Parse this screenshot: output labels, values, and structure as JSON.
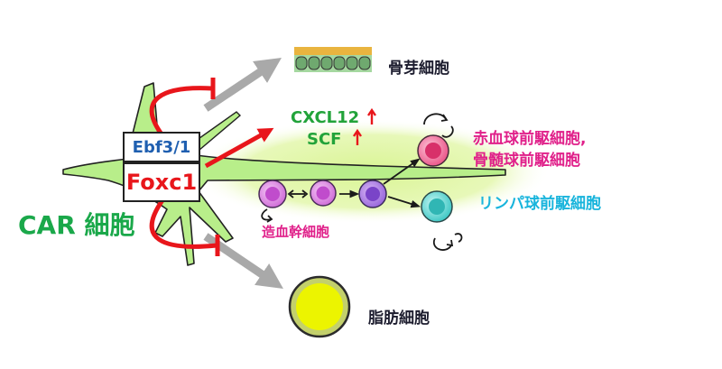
{
  "labels": {
    "osteoblast": "骨芽細胞",
    "adipocyte": "脂肪細胞",
    "car_cell": "CAR 細胞",
    "ebf": "Ebf3/1",
    "foxc1": "Foxc1",
    "cxcl12": "CXCL12",
    "scf": "SCF",
    "up_arrow": "↑",
    "hsc": "造血幹細胞",
    "erythroid_myeloid": [
      "赤血球前駆細胞,",
      "骨髄球前駆細胞"
    ],
    "lymphoid": "リンパ球前駆細胞"
  },
  "colors": {
    "car_green": "#1aa84a",
    "stroma_fill": "#b8ee8a",
    "niche_glow": "#dcf59a",
    "repression_red": "#e8161b",
    "ebf_blue": "#1f5fb0",
    "signal_green": "#22a33a",
    "gray_arrow": "#a9a9a9",
    "magenta_text": "#e0208a",
    "cyan_text": "#18b4dc",
    "hsc_purple": "#d87ae0",
    "erythroid_pink": "#e8457f",
    "lymphoid_cyan": "#3cc8c4",
    "adipocyte_yellow": "#ecf400"
  },
  "icons": [
    "self-renewal-arrow-icon",
    "double-headed-arrow-icon",
    "inhibition-bar-icon"
  ]
}
